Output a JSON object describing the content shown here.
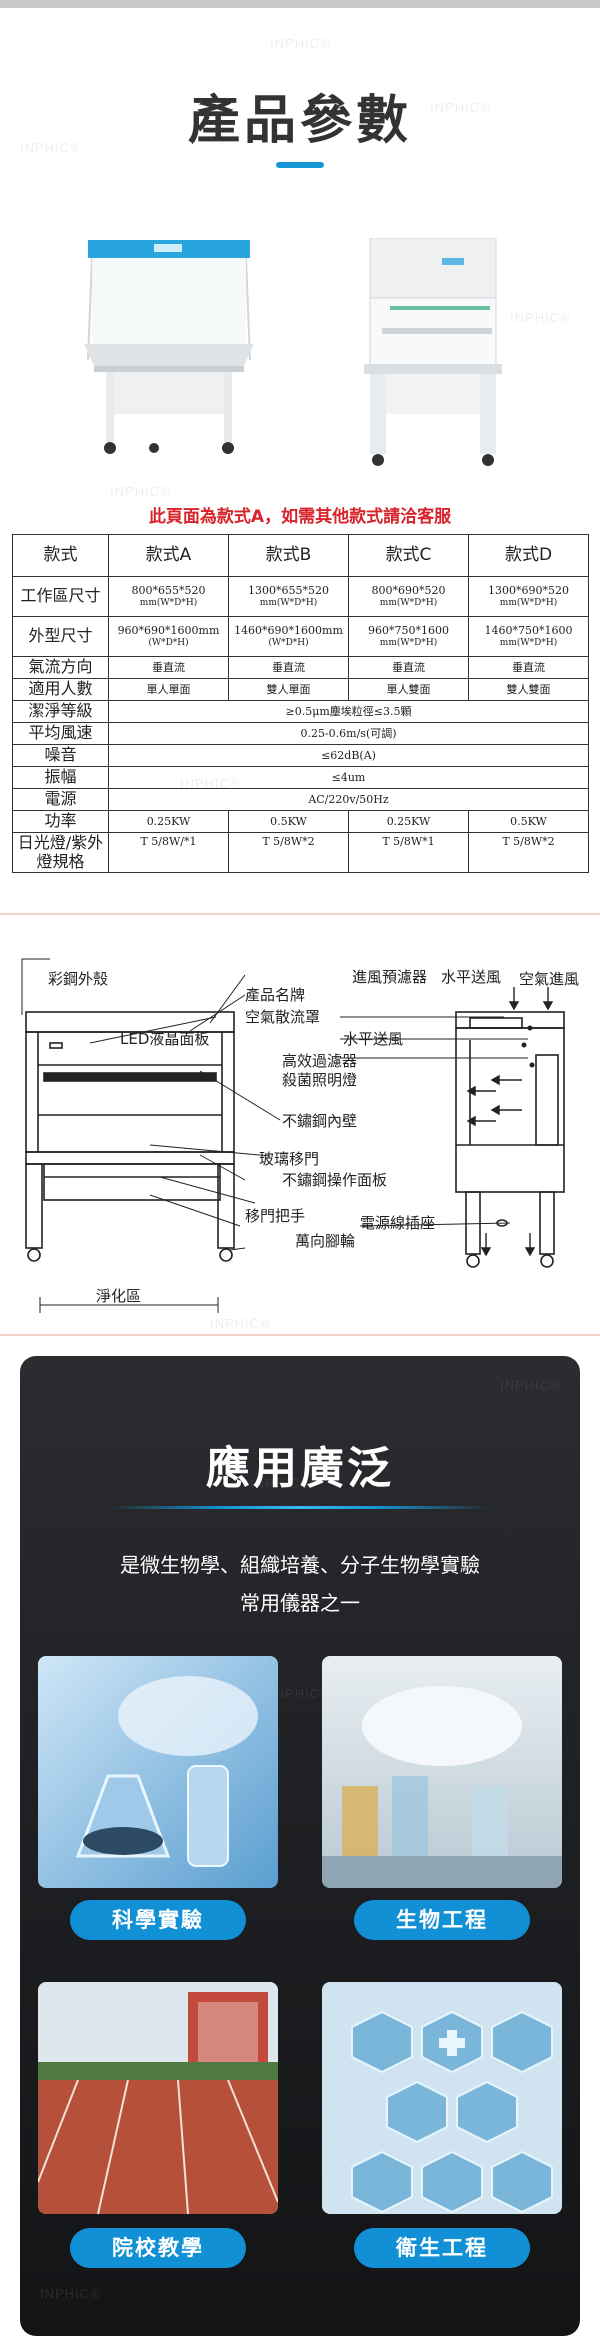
{
  "watermark": "INPHIC®",
  "section1": {
    "title": "產品參數",
    "notice": "此頁面為款式A，如需其他款式請洽客服"
  },
  "spec_table": {
    "headers": [
      "款式",
      "款式A",
      "款式B",
      "款式C",
      "款式D"
    ],
    "work_area": {
      "label": "工作區尺寸",
      "values": [
        "800*655*520",
        "1300*655*520",
        "800*690*520",
        "1300*690*520"
      ],
      "unit": "mm(W*D*H)"
    },
    "outer_size": {
      "label": "外型尺寸",
      "values": [
        "960*690*1600mm",
        "1460*690*1600mm",
        "960*750*1600",
        "1460*750*1600"
      ],
      "unit": "(W*D*H)",
      "unit_mm": "mm(W*D*H)"
    },
    "airflow": {
      "label": "氣流方向",
      "values": [
        "垂直流",
        "垂直流",
        "垂直流",
        "垂直流"
      ]
    },
    "users": {
      "label": "適用人數",
      "values": [
        "單人單面",
        "雙人單面",
        "單人雙面",
        "雙人雙面"
      ]
    },
    "clean": {
      "label": "潔淨等級",
      "value": "≥0.5μm塵埃粒徑≤3.5顆"
    },
    "wind": {
      "label": "平均風速",
      "value": "0.25-0.6m/s(可調)"
    },
    "noise": {
      "label": "噪音",
      "value": "≤62dB(A)"
    },
    "vibration": {
      "label": "振幅",
      "value": "≤4um"
    },
    "power_src": {
      "label": "電源",
      "value": "AC/220v/50Hz"
    },
    "power": {
      "label": "功率",
      "values": [
        "0.25KW",
        "0.5KW",
        "0.25KW",
        "0.5KW"
      ]
    },
    "lamp": {
      "label": "日光燈/紫外燈規格",
      "values": [
        "T 5/8W/*1",
        "T 5/8W*2",
        "T 5/8W*1",
        "T 5/8W*2"
      ]
    }
  },
  "diagram": {
    "labels": {
      "shell": "彩鋼外殼",
      "nameplate": "產品名牌",
      "diffuser": "空氣散流罩",
      "lcd": "LED液晶面板",
      "prefilter": "進風預濾器",
      "hflow": "水平送風",
      "inlet": "空氣進風",
      "hflow2": "水平送風",
      "hepa": "高效過濾器",
      "lamp": "殺菌照明燈",
      "inner": "不鏽鋼內壁",
      "glass": "玻璃移門",
      "panel": "不鏽鋼操作面板",
      "handle": "移門把手",
      "socket": "電源線插座",
      "wheel": "萬向腳輪",
      "zone": "淨化區"
    }
  },
  "section3": {
    "title": "應用廣泛",
    "desc_line1": "是微生物學、組織培養、分子生物學實驗",
    "desc_line2": "常用儀器之一",
    "tiles": [
      "科學實驗",
      "生物工程",
      "院校教學",
      "衛生工程"
    ]
  },
  "colors": {
    "accent": "#1597d6",
    "notice_red": "#d8232a",
    "dark_bg": "#1d1f22",
    "tile_label": "#1290d6"
  }
}
